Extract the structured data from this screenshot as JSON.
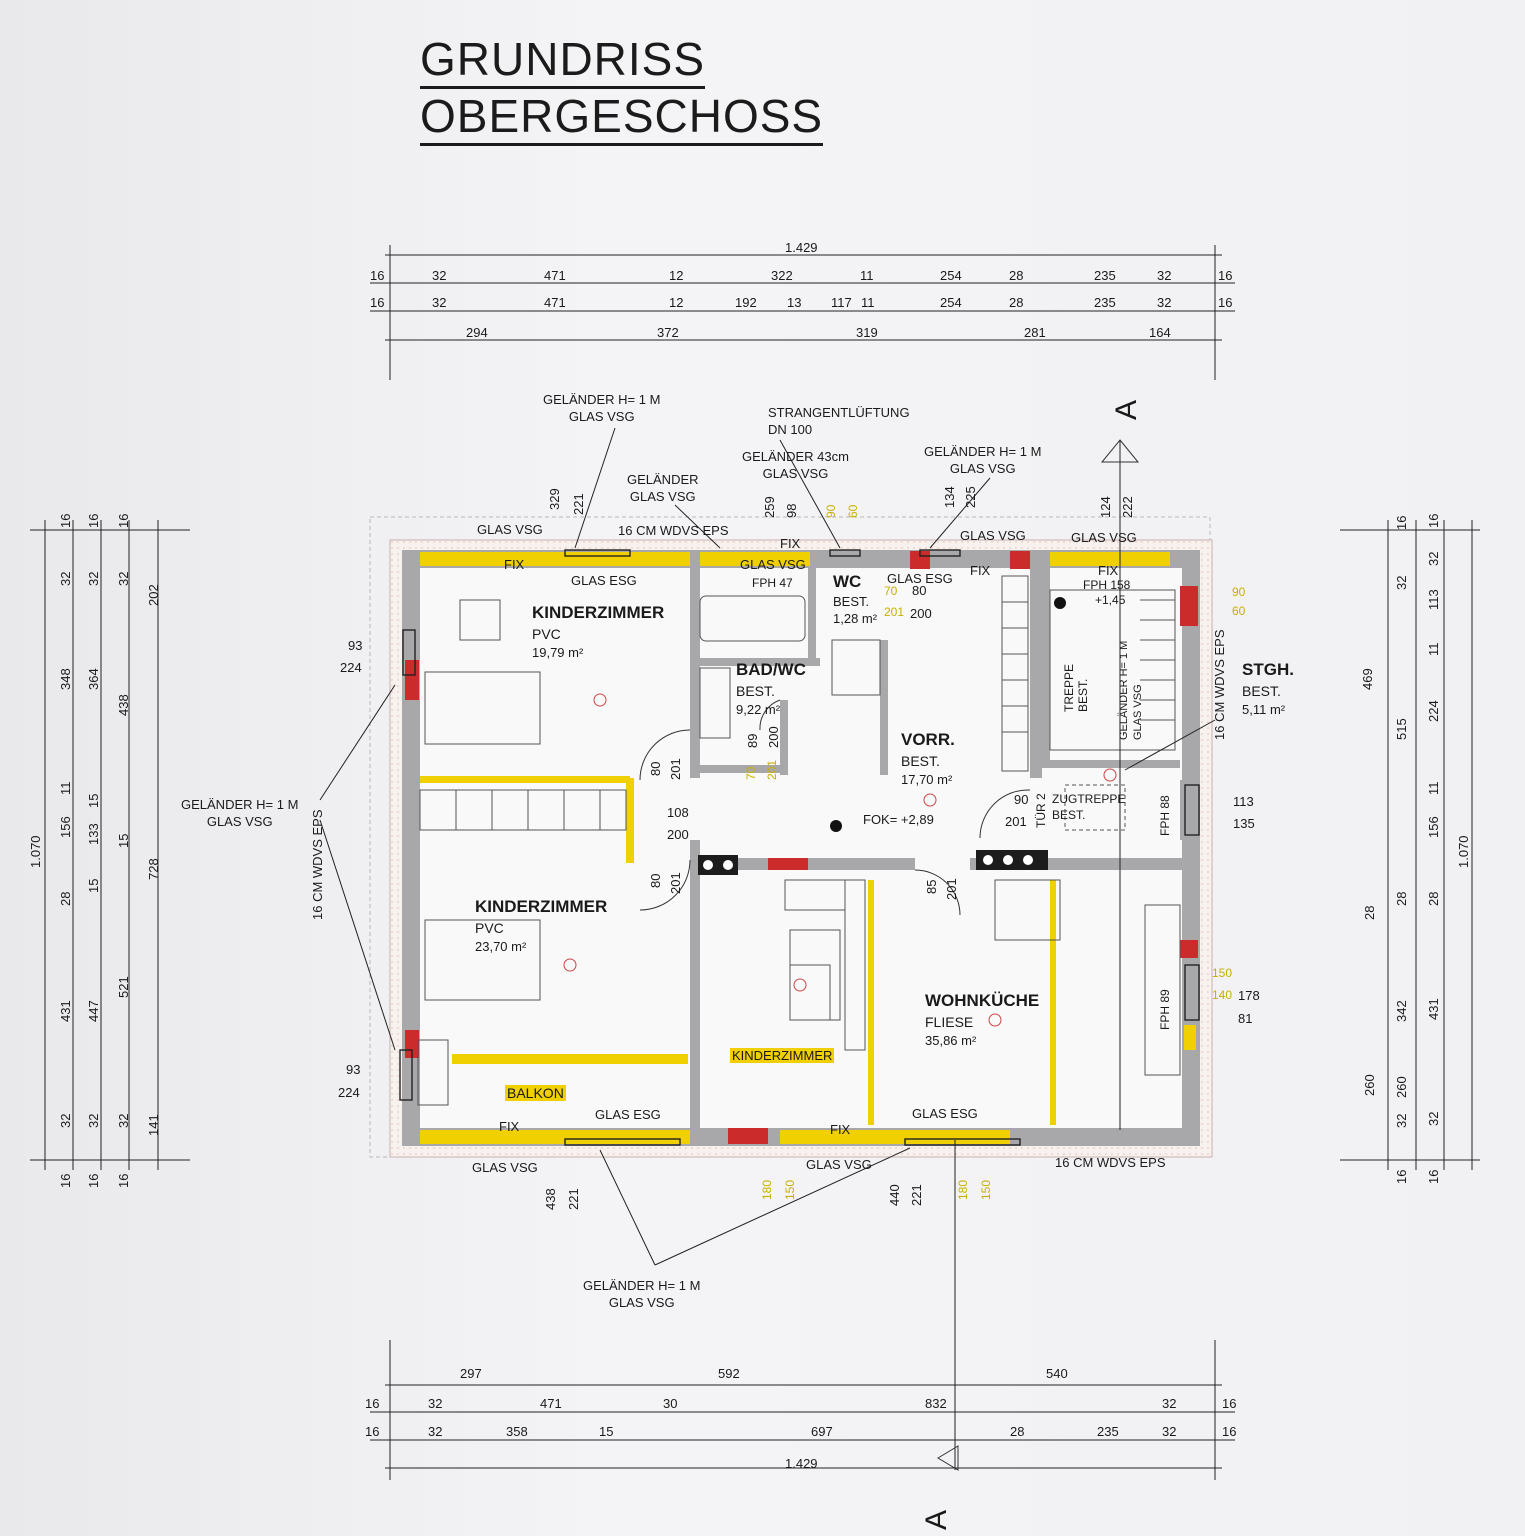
{
  "title": {
    "line1": "GRUNDRISS",
    "line2": "OBERGESCHOSS"
  },
  "rooms": [
    {
      "name": "KINDERZIMMER",
      "floor": "PVC",
      "area": "19,79 m²"
    },
    {
      "name": "KINDERZIMMER",
      "floor": "PVC",
      "area": "23,70 m²"
    },
    {
      "name": "BAD/WC",
      "floor": "BEST.",
      "area": "9,22 m²"
    },
    {
      "name": "WC",
      "floor": "BEST.",
      "area": "1,28 m²"
    },
    {
      "name": "VORR.",
      "floor": "BEST.",
      "area": "17,70 m²"
    },
    {
      "name": "STGH.",
      "floor": "BEST.",
      "area": "5,11 m²"
    },
    {
      "name": "WOHNKÜCHE",
      "floor": "FLIESE",
      "area": "35,86 m²"
    }
  ],
  "labels": {
    "balkon": "BALKON",
    "kinderzimmer_tag": "KINDERZIMMER",
    "fok": "FOK= +2,89",
    "treppe": "TREPPE BEST.",
    "zugtreppe": "ZUGTREPPE BEST.",
    "tuer": "TÜR 2",
    "fph47": "FPH 47",
    "fph158": "FPH 158",
    "fph158b": "+1,45",
    "fph88": "FPH 88",
    "fph89": "FPH 89",
    "section": "A",
    "wdvs": "16 CM WDVS EPS",
    "glas_vsg": "GLAS VSG",
    "glas_esg": "GLAS ESG",
    "fix": "FIX",
    "geländer_1m": "GELÄNDER H= 1 M",
    "geländer": "GELÄNDER",
    "geländer_43": "GELÄNDER 43cm",
    "strang": "STRANGENTLÜFTUNG",
    "dn100": "DN 100",
    "stairs_rail": "GELÄNDER H= 1 M GLAS VSG"
  },
  "dimensions": {
    "top_total": "1.429",
    "top_row1": [
      "16",
      "32",
      "471",
      "12",
      "322",
      "11",
      "254",
      "28",
      "235",
      "32",
      "16"
    ],
    "top_row2": [
      "16",
      "32",
      "471",
      "12",
      "192",
      "13",
      "117",
      "11",
      "254",
      "28",
      "235",
      "32",
      "16"
    ],
    "top_row3": [
      "294",
      "372",
      "319",
      "281",
      "164"
    ],
    "bottom_total": "1.429",
    "bottom_row1": [
      "297",
      "592",
      "540"
    ],
    "bottom_row2": [
      "16",
      "32",
      "471",
      "30",
      "832",
      "32",
      "16"
    ],
    "bottom_row3": [
      "16",
      "32",
      "358",
      "15",
      "697",
      "28",
      "235",
      "32",
      "16"
    ],
    "left_total": "1.070",
    "right_total": "1.070",
    "left_col1": [
      "16",
      "32",
      "348",
      "11",
      "156",
      "28",
      "431",
      "32",
      "16"
    ],
    "left_col2": [
      "16",
      "32",
      "364",
      "15",
      "133",
      "15",
      "447",
      "32",
      "16"
    ],
    "left_col3": [
      "16",
      "32",
      "438",
      "15",
      "521",
      "32",
      "16"
    ],
    "left_col4": [
      "202",
      "728",
      "141"
    ],
    "right_col1": [
      "16",
      "32",
      "113",
      "11",
      "224",
      "11",
      "156",
      "28",
      "431",
      "32",
      "16"
    ],
    "right_col2": [
      "16",
      "32",
      "515",
      "28",
      "342",
      "260",
      "32",
      "16"
    ],
    "right_col3": [
      "469"
    ],
    "openings": {
      "o1": "93",
      "o1b": "224",
      "o2": "93",
      "o2b": "224",
      "o3": "108",
      "o3b": "200",
      "o4": "113",
      "o4b": "135",
      "o5": "178",
      "o5b": "81",
      "o6": "90",
      "o6b": "201",
      "o7": "80",
      "o7b": "201",
      "o8": "80",
      "o8b": "201",
      "o9": "85",
      "o9b": "201",
      "o10": "80",
      "o10b": "200",
      "o11": "89",
      "o11b": "200",
      "o12": "70",
      "o12b": "201",
      "t329": "329",
      "t221": "221",
      "t259": "259",
      "t98": "98",
      "t134": "134",
      "t225": "225",
      "t124": "124",
      "t222": "222",
      "b438": "438",
      "b221": "221",
      "b440": "440",
      "b221b": "221",
      "y90": "90",
      "y60": "60",
      "y70": "70",
      "y201": "201",
      "y180": "180",
      "y150": "150",
      "y150b": "150",
      "y140": "140"
    }
  }
}
